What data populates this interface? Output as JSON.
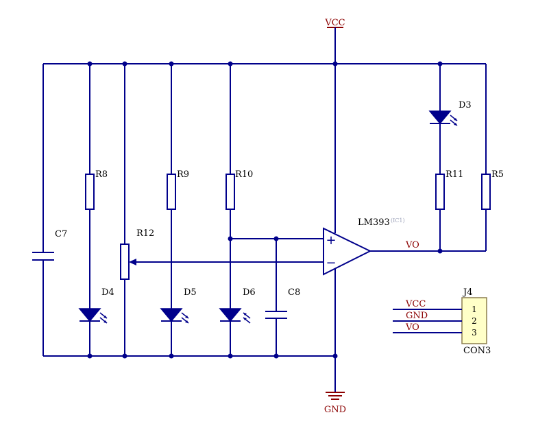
{
  "power": {
    "vcc": "VCC",
    "gnd": "GND"
  },
  "components": {
    "C7": "C7",
    "C8": "C8",
    "R5": "R5",
    "R8": "R8",
    "R9": "R9",
    "R10": "R10",
    "R11": "R11",
    "R12": "R12",
    "D3": "D3",
    "D4": "D4",
    "D5": "D5",
    "D6": "D6",
    "ic_name": "LM393",
    "ic_ref": "(IC1)",
    "opamp_plus": "+",
    "opamp_minus": "−"
  },
  "nets": {
    "output": "VO"
  },
  "connector": {
    "ref": "J4",
    "part": "CON3",
    "pins": [
      {
        "number": "1",
        "net": "VCC"
      },
      {
        "number": "2",
        "net": "GND"
      },
      {
        "number": "3",
        "net": "VO"
      }
    ]
  },
  "colors": {
    "wire": "#00008b",
    "power_label": "#8b0000",
    "connector_fill": "#ffffc8",
    "label": "#000000"
  }
}
